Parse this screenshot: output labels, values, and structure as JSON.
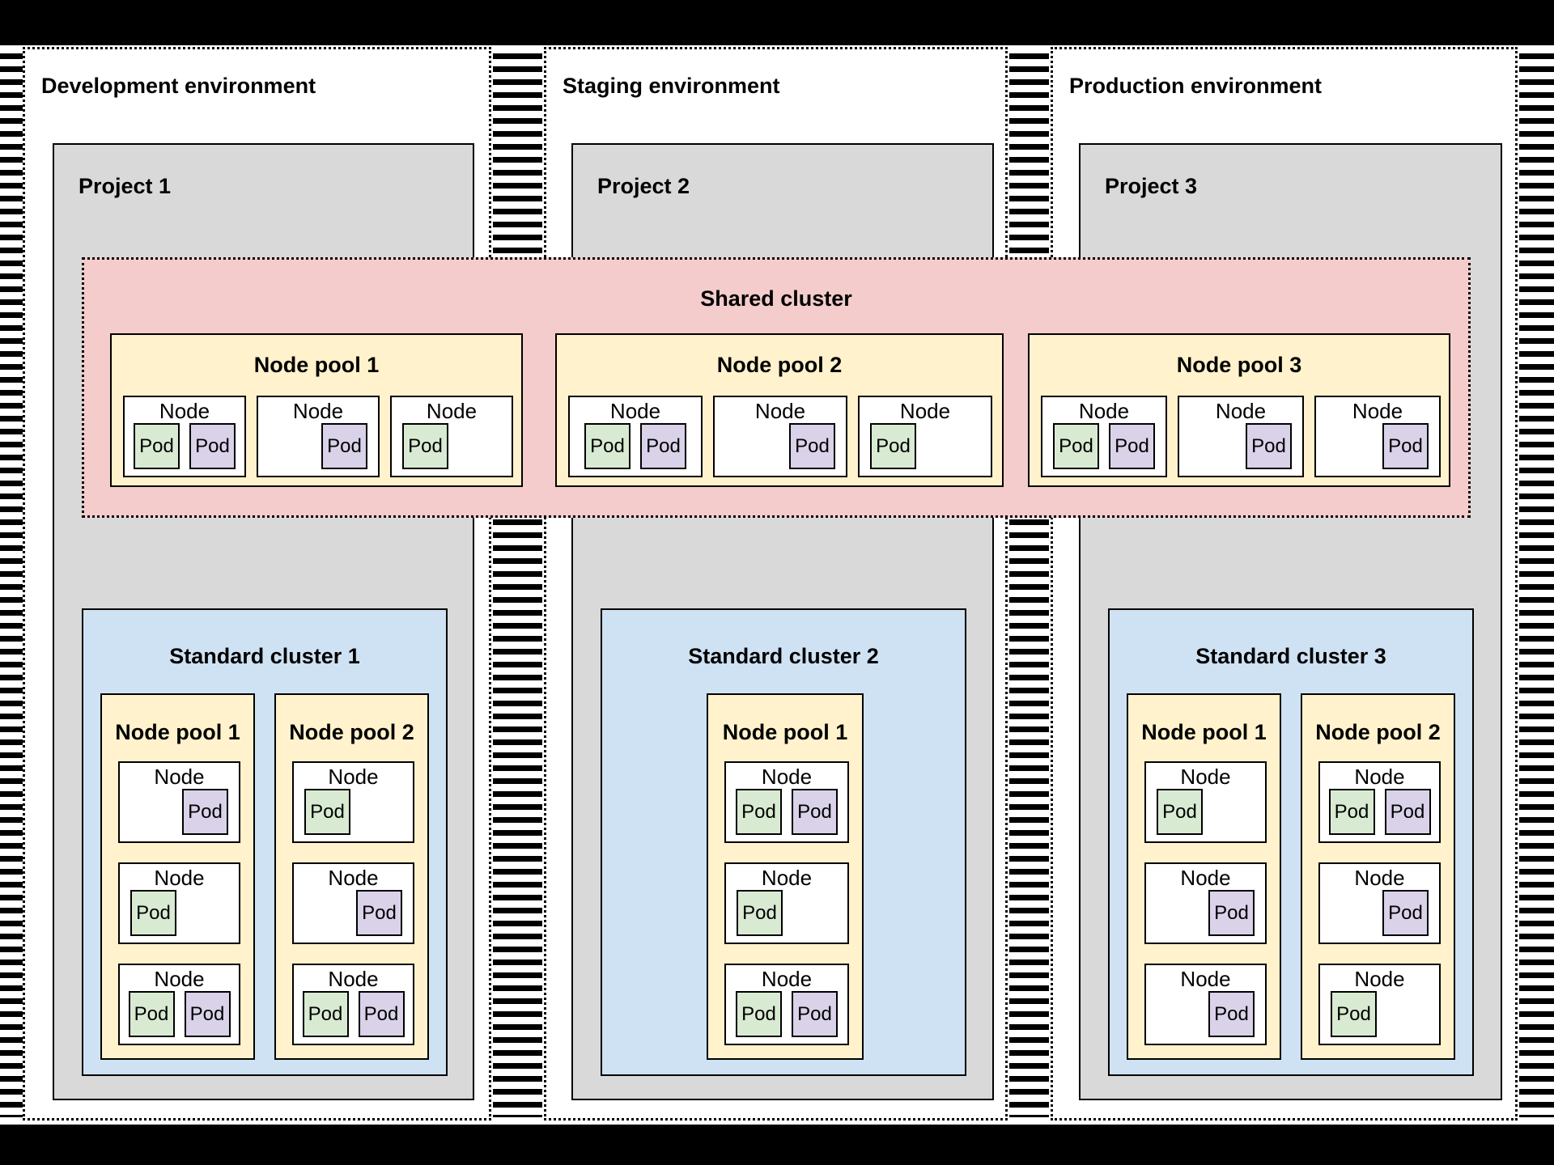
{
  "colors": {
    "frame_black": "#000000",
    "project_gray": "#d9d9d9",
    "shared_cluster_pink": "#f4cccc",
    "node_pool_yellow": "#fff2cc",
    "standard_cluster_blue": "#cfe2f3",
    "pod_green": "#d9ead3",
    "pod_purple": "#d9d2e9"
  },
  "shared_cluster": {
    "title": "Shared cluster",
    "node_pools": [
      {
        "title": "Node pool 1",
        "nodes": [
          {
            "label": "Node",
            "pod_align": "center",
            "pods": [
              {
                "label": "Pod",
                "color": "green"
              },
              {
                "label": "Pod",
                "color": "purple"
              }
            ]
          },
          {
            "label": "Node",
            "pod_align": "right",
            "pods": [
              {
                "label": "Pod",
                "color": "purple"
              }
            ]
          },
          {
            "label": "Node",
            "pod_align": "left",
            "pods": [
              {
                "label": "Pod",
                "color": "green"
              }
            ]
          }
        ]
      },
      {
        "title": "Node pool 2",
        "nodes": [
          {
            "label": "Node",
            "pod_align": "center",
            "pods": [
              {
                "label": "Pod",
                "color": "green"
              },
              {
                "label": "Pod",
                "color": "purple"
              }
            ]
          },
          {
            "label": "Node",
            "pod_align": "right",
            "pods": [
              {
                "label": "Pod",
                "color": "purple"
              }
            ]
          },
          {
            "label": "Node",
            "pod_align": "left",
            "pods": [
              {
                "label": "Pod",
                "color": "green"
              }
            ]
          }
        ]
      },
      {
        "title": "Node pool 3",
        "nodes": [
          {
            "label": "Node",
            "pod_align": "center",
            "pods": [
              {
                "label": "Pod",
                "color": "green"
              },
              {
                "label": "Pod",
                "color": "purple"
              }
            ]
          },
          {
            "label": "Node",
            "pod_align": "right",
            "pods": [
              {
                "label": "Pod",
                "color": "purple"
              }
            ]
          },
          {
            "label": "Node",
            "pod_align": "right",
            "pods": [
              {
                "label": "Pod",
                "color": "purple"
              }
            ]
          }
        ]
      }
    ]
  },
  "environments": [
    {
      "label": "Development environment",
      "project": {
        "label": "Project 1",
        "cluster": {
          "title": "Standard cluster 1",
          "node_pools": [
            {
              "title": "Node pool 1",
              "nodes": [
                {
                  "label": "Node",
                  "pod_align": "right",
                  "pods": [
                    {
                      "label": "Pod",
                      "color": "purple"
                    }
                  ]
                },
                {
                  "label": "Node",
                  "pod_align": "left",
                  "pods": [
                    {
                      "label": "Pod",
                      "color": "green"
                    }
                  ]
                },
                {
                  "label": "Node",
                  "pod_align": "center",
                  "pods": [
                    {
                      "label": "Pod",
                      "color": "green"
                    },
                    {
                      "label": "Pod",
                      "color": "purple"
                    }
                  ]
                }
              ]
            },
            {
              "title": "Node pool 2",
              "nodes": [
                {
                  "label": "Node",
                  "pod_align": "left",
                  "pods": [
                    {
                      "label": "Pod",
                      "color": "green"
                    }
                  ]
                },
                {
                  "label": "Node",
                  "pod_align": "right",
                  "pods": [
                    {
                      "label": "Pod",
                      "color": "purple"
                    }
                  ]
                },
                {
                  "label": "Node",
                  "pod_align": "center",
                  "pods": [
                    {
                      "label": "Pod",
                      "color": "green"
                    },
                    {
                      "label": "Pod",
                      "color": "purple"
                    }
                  ]
                }
              ]
            }
          ]
        }
      }
    },
    {
      "label": "Staging environment",
      "project": {
        "label": "Project 2",
        "cluster": {
          "title": "Standard cluster 2",
          "node_pools": [
            {
              "title": "Node pool 1",
              "nodes": [
                {
                  "label": "Node",
                  "pod_align": "center",
                  "pods": [
                    {
                      "label": "Pod",
                      "color": "green"
                    },
                    {
                      "label": "Pod",
                      "color": "purple"
                    }
                  ]
                },
                {
                  "label": "Node",
                  "pod_align": "left",
                  "pods": [
                    {
                      "label": "Pod",
                      "color": "green"
                    }
                  ]
                },
                {
                  "label": "Node",
                  "pod_align": "center",
                  "pods": [
                    {
                      "label": "Pod",
                      "color": "green"
                    },
                    {
                      "label": "Pod",
                      "color": "purple"
                    }
                  ]
                }
              ]
            }
          ]
        }
      }
    },
    {
      "label": "Production environment",
      "project": {
        "label": "Project 3",
        "cluster": {
          "title": "Standard cluster 3",
          "node_pools": [
            {
              "title": "Node pool 1",
              "nodes": [
                {
                  "label": "Node",
                  "pod_align": "left",
                  "pods": [
                    {
                      "label": "Pod",
                      "color": "green"
                    }
                  ]
                },
                {
                  "label": "Node",
                  "pod_align": "right",
                  "pods": [
                    {
                      "label": "Pod",
                      "color": "purple"
                    }
                  ]
                },
                {
                  "label": "Node",
                  "pod_align": "right",
                  "pods": [
                    {
                      "label": "Pod",
                      "color": "purple"
                    }
                  ]
                }
              ]
            },
            {
              "title": "Node pool 2",
              "nodes": [
                {
                  "label": "Node",
                  "pod_align": "center",
                  "pods": [
                    {
                      "label": "Pod",
                      "color": "green"
                    },
                    {
                      "label": "Pod",
                      "color": "purple"
                    }
                  ]
                },
                {
                  "label": "Node",
                  "pod_align": "right",
                  "pods": [
                    {
                      "label": "Pod",
                      "color": "purple"
                    }
                  ]
                },
                {
                  "label": "Node",
                  "pod_align": "left",
                  "pods": [
                    {
                      "label": "Pod",
                      "color": "green"
                    }
                  ]
                }
              ]
            }
          ]
        }
      }
    }
  ]
}
